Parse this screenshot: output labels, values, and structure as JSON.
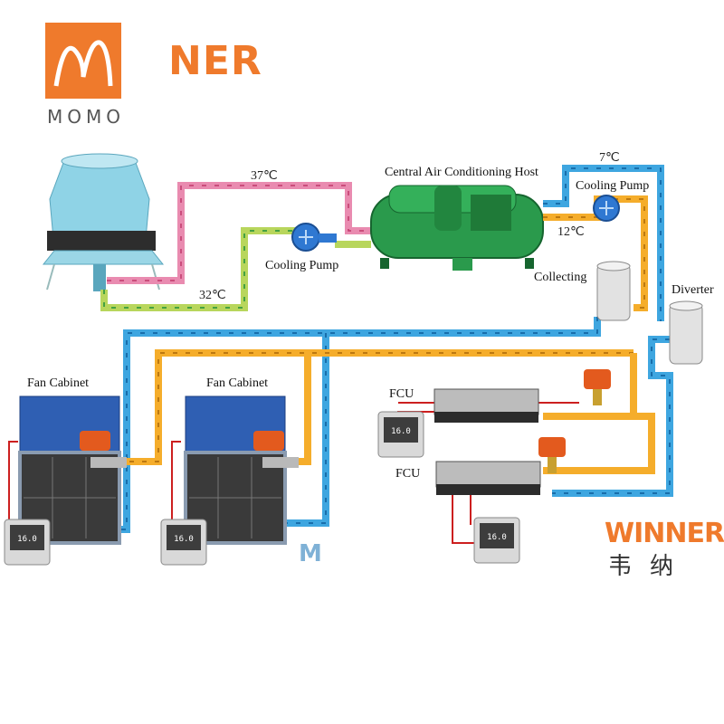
{
  "logo": {
    "caption": "MOMO",
    "mark": "M"
  },
  "brand": {
    "top_partial": "NER",
    "bottom": "WINNER",
    "bottom_cn": "韦纳",
    "watermark": "M"
  },
  "labels": {
    "host": "Central Air Conditioning Host",
    "pump_left": "Cooling Pump",
    "pump_right": "Cooling Pump",
    "collecting": "Collecting",
    "diverter": "Diverter",
    "fan_cabinet_1": "Fan Cabinet",
    "fan_cabinet_2": "Fan Cabinet",
    "fcu_1": "FCU",
    "fcu_2": "FCU"
  },
  "temperatures": {
    "cooling_hot": "37℃",
    "cooling_return": "32℃",
    "chilled_supply": "7℃",
    "chilled_return": "12℃"
  },
  "thermostat_readout": "16.0",
  "colors": {
    "brand_orange": "#ef7a2c",
    "cooling_hot_pipe": "#e98bb0",
    "cooling_return_pipe": "#b8d65c",
    "chilled_supply_pipe": "#3ea6e0",
    "chilled_return_pipe": "#f5ad2b",
    "host_green": "#2a9a4c",
    "cabinet_blue": "#2f5fb3",
    "pump_blue": "#2f78d2",
    "valve_orange": "#e35a1e"
  }
}
